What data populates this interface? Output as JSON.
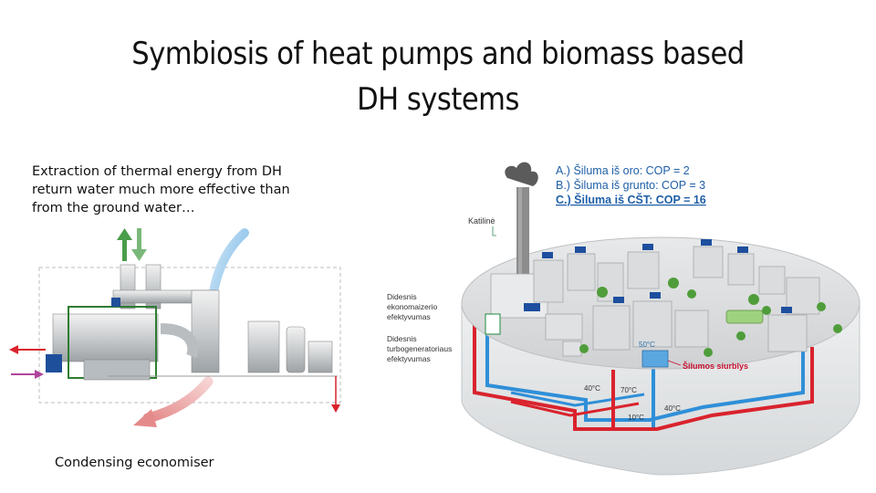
{
  "title": {
    "line1": "Symbiosis of heat pumps and biomass based",
    "line2": "DH systems"
  },
  "intro": {
    "line1": "Extraction of thermal energy from DH",
    "line2": "return water much more effective than",
    "line3": "from the ground water…"
  },
  "left_figure": {
    "caption": "Condensing economiser"
  },
  "right_figure": {
    "cop_lines": [
      "A.) Šiluma iš oro: COP = 2",
      "B.) Šiluma iš grunto: COP = 3",
      "C.) Šiluma iš CŠT: COP = 16"
    ],
    "boiler_label": "Katilinė",
    "economizer_label": [
      "Didesnis",
      "ekonomaizerio",
      "efektyvumas"
    ],
    "turbo_label": [
      "Didesnis",
      "turbogeneratoriaus",
      "efektyvumas"
    ],
    "pump_label": "Šilumos siurblys",
    "temps": {
      "t50": "50°C",
      "t40a": "40°C",
      "t70": "70°C",
      "t10": "10°C",
      "t40b": "40°C"
    }
  },
  "colors": {
    "cop_text": "#1f5fa8",
    "pump_label": "#c8102e",
    "hot_pipe": "#d9232d",
    "cold_pipe": "#2f8fd8",
    "green_arrow": "#4a9d4a",
    "platform": "#d8dadc"
  }
}
